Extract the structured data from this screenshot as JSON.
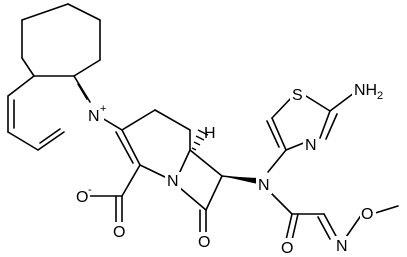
{
  "structure": {
    "type": "chemical-structure",
    "atoms": {
      "pyridinium_n": {
        "symbol": "N",
        "charge": "+"
      },
      "lactam_n": {
        "symbol": "N"
      },
      "amide_n": {
        "symbol": "N"
      },
      "thiazole_s": {
        "symbol": "S"
      },
      "thiazole_n": {
        "symbol": "N"
      },
      "amino": {
        "symbol": "NH",
        "subscript": "2"
      },
      "carboxylate_c": {
        "symbol": "C"
      },
      "carboxylate_o_single": {
        "symbol": "O",
        "charge": "-"
      },
      "carboxylate_o_double": {
        "symbol": "O"
      },
      "lactam_o": {
        "symbol": "O"
      },
      "acyl_o": {
        "symbol": "O"
      },
      "oxime_n": {
        "symbol": "N"
      },
      "methoxy_o": {
        "symbol": "O"
      },
      "stereo_h": {
        "symbol": "H"
      }
    }
  }
}
